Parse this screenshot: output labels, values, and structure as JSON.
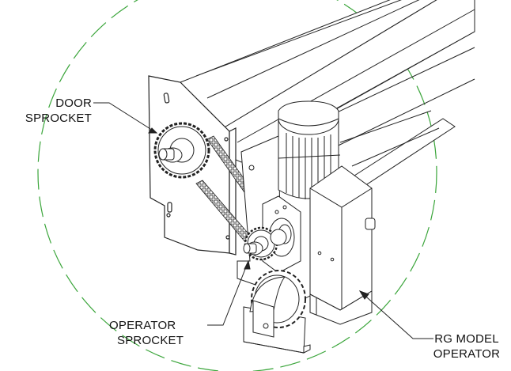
{
  "labels": {
    "door_sprocket": {
      "line1": "DOOR",
      "line2": "SPROCKET"
    },
    "operator_sprocket": {
      "line1": "OPERATOR",
      "line2": "SPROCKET"
    },
    "rg_model_operator": {
      "line1": "RG MODEL",
      "line2": "OPERATOR"
    }
  },
  "colors": {
    "detail_circle": "#3aa53a",
    "line": "#222222",
    "background": "#ffffff"
  }
}
